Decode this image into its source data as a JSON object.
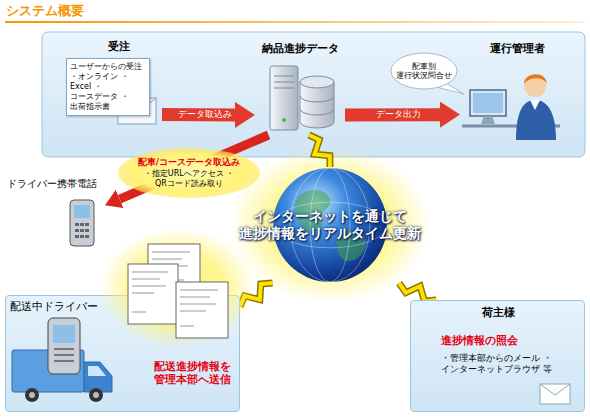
{
  "diagram": {
    "title": "システム概要",
    "nodes": [
      {
        "text": [
          "受注",
          "ユーザーからの受注 ・オンライン ・Excel ・コースデータ ・出荷指示書"
        ]
      },
      {
        "text": [
          "納品進捗データ"
        ]
      },
      {
        "text": [
          "配車別 運行状況問合せ"
        ]
      },
      {
        "text": [
          "運行管理者"
        ]
      },
      {
        "text": [
          "ドライバー携帯電話"
        ]
      },
      {
        "text": [
          "配車/コースデータ取込み",
          "・指定URLへアクセス ・QRコード読み取り"
        ]
      },
      {
        "text": [
          "インターネットを通じて 進捗情報をリアルタイム更新"
        ]
      },
      {
        "text": [
          "配送中ドライバー",
          "配送進捗情報を 管理本部へ送信"
        ]
      },
      {
        "text": [
          "荷主様",
          "進捗情報の照会",
          "・管理本部からのメール ・インターネットブラウザ 等"
        ]
      }
    ],
    "edges": [
      {
        "from": 0,
        "to": 1,
        "label": "データ取込み",
        "arrow": "to"
      },
      {
        "from": 1,
        "to": 3,
        "label": "データ出力",
        "arrow": "to"
      },
      {
        "from": 1,
        "to": 4,
        "arrow": "to"
      },
      {
        "from": 6,
        "to": 1,
        "arrow": "none"
      },
      {
        "from": 6,
        "to": 7,
        "arrow": "none"
      },
      {
        "from": 6,
        "to": 8,
        "arrow": "none"
      }
    ]
  }
}
